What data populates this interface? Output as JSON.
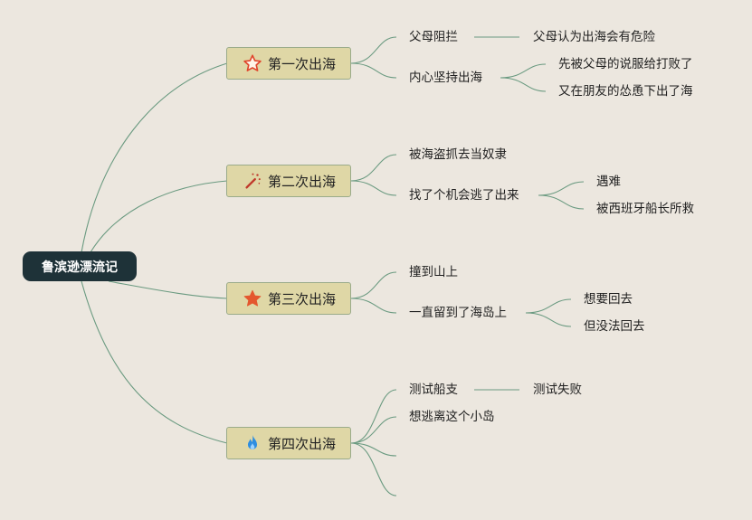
{
  "root": {
    "label": "鲁滨逊漂流记"
  },
  "branches": [
    {
      "label": "第一次出海",
      "icon": "star-outline-icon",
      "items": [
        {
          "label": "父母阻拦",
          "children": [
            "父母认为出海会有危险"
          ]
        },
        {
          "label": "内心坚持出海",
          "children": [
            "先被父母的说服给打败了",
            "又在朋友的怂恿下出了海"
          ]
        }
      ]
    },
    {
      "label": "第二次出海",
      "icon": "magic-wand-icon",
      "items": [
        {
          "label": "被海盗抓去当奴隶",
          "children": []
        },
        {
          "label": "找了个机会逃了出来",
          "children": [
            "遇难",
            "被西班牙船长所救"
          ]
        }
      ]
    },
    {
      "label": "第三次出海",
      "icon": "star-filled-icon",
      "items": [
        {
          "label": "撞到山上",
          "children": []
        },
        {
          "label": "一直留到了海岛上",
          "children": [
            "想要回去",
            "但没法回去"
          ]
        }
      ]
    },
    {
      "label": "第四次出海",
      "icon": "flame-icon",
      "items": [
        {
          "label": "测试船支",
          "children": [
            "测试失败"
          ]
        },
        {
          "label": "想逃离这个小岛",
          "children": []
        },
        {
          "label": "",
          "children": []
        },
        {
          "label": "",
          "children": []
        }
      ]
    }
  ],
  "colors": {
    "background": "#ece7df",
    "connector": "#6a9a80",
    "root_fill": "#1e3238",
    "branch_fill": "#dfd7a6"
  }
}
